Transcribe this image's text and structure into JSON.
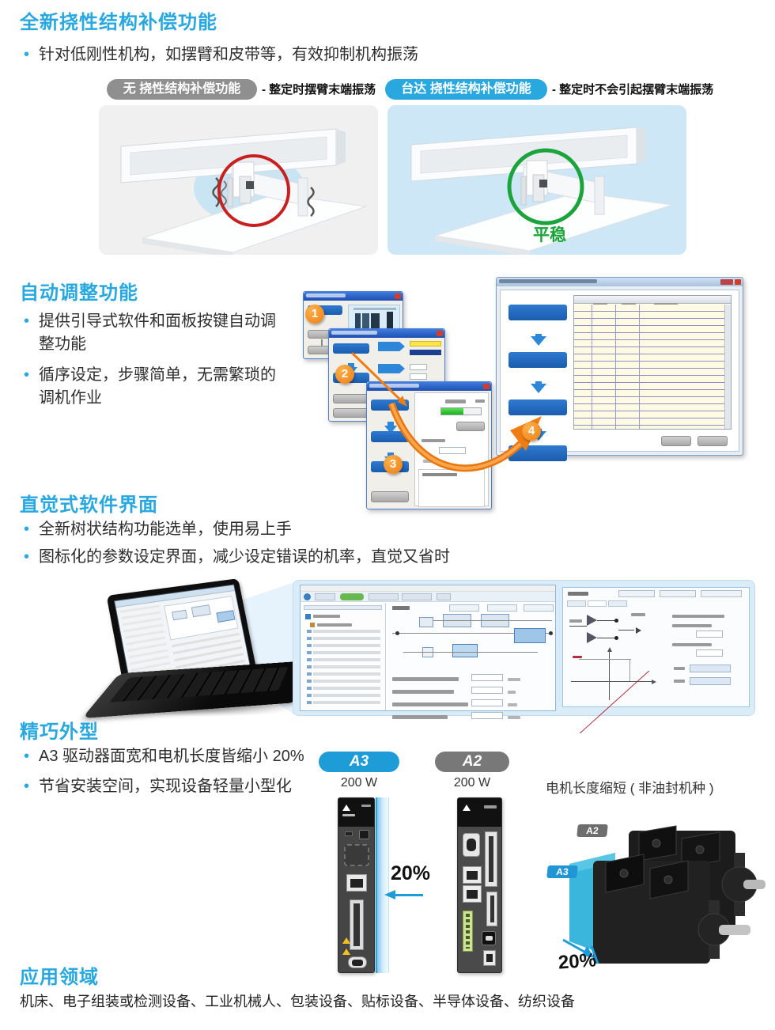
{
  "colors": {
    "accent": "#29a8e0",
    "pill_gray": "#8f8f8f",
    "orange": "#f7941e",
    "green": "#1ca43c",
    "red": "#c8201f",
    "a3_blue": "#1e9cd7",
    "a2_gray": "#787878"
  },
  "flex_comp": {
    "title": "全新挠性结构补偿功能",
    "bullet1": "针对低刚性机构，如摆臂和皮带等，有效抑制机构振荡",
    "label_without": "无 挠性结构补偿功能",
    "note_without": "- 整定时摆臂末端振荡",
    "label_with": "台达 挠性结构补偿功能",
    "note_with": "- 整定时不会引起摆臂末端振荡",
    "stable_label": "平稳"
  },
  "auto_tune": {
    "title": "自动调整功能",
    "bullet1": "提供引导式软件和面板按键自动调整功能",
    "bullet2": "循序设定，步骤简单，无需繁琐的调机作业",
    "steps": [
      "1",
      "2",
      "3",
      "4"
    ]
  },
  "software_ui": {
    "title": "直觉式软件界面",
    "bullet1": "全新树状结构功能选单，使用易上手",
    "bullet2": "图标化的参数设定界面，减少设定错误的机率，直觉又省时"
  },
  "compact": {
    "title": "精巧外型",
    "bullet1": "A3 驱动器面宽和电机长度皆缩小 20%",
    "bullet2": "节省安装空间，实现设备轻量小型化",
    "a3_label": "A3",
    "a2_label": "A2",
    "a3_power": "200 W",
    "a2_power": "200 W",
    "drive_reduction": "20%",
    "motor_caption": "电机长度缩短 ( 非油封机种 )",
    "motor_tag_a2": "A2",
    "motor_tag_a3": "A3",
    "motor_reduction": "20%"
  },
  "applications": {
    "title": "应用领域",
    "body": "机床、电子组装或检测设备、工业机械人、包装设备、贴标设备、半导体设备、纺织设备"
  }
}
